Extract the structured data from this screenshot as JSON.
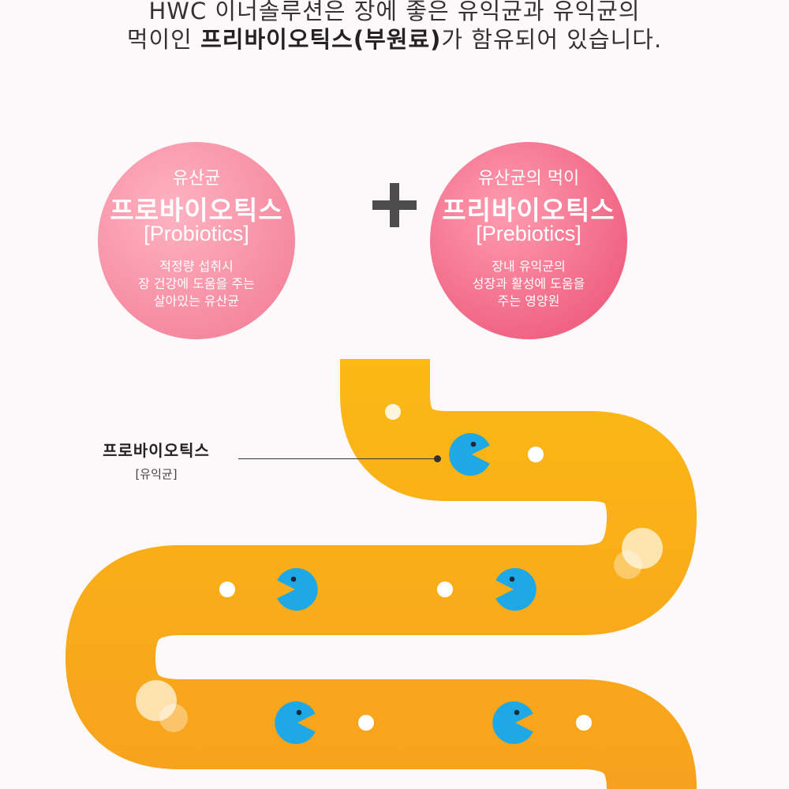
{
  "headline": {
    "line1": "HWC 이너솔루션은 장에 좋은 유익균과 유익균의",
    "line2_pre": "먹이인 ",
    "line2_bold": "프리바이오틱스(부원료)",
    "line2_post": "가 함유되어 있습니다."
  },
  "probiotics": {
    "subtitle": "유산균",
    "title": "프로바이오틱스",
    "english": "[Probiotics]",
    "desc": [
      "적정량 섭취시",
      "장 건강에 도움을 주는",
      "살아있는 유산균"
    ]
  },
  "prebiotics": {
    "subtitle": "유산균의 먹이",
    "title": "프리바이오틱스",
    "english": "[Prebiotics]",
    "desc": [
      "장내 유익균의",
      "성장과 활성에 도움을",
      "주는 영양원"
    ]
  },
  "callout": {
    "title": "프로바이오틱스",
    "subtitle": "[유익균]"
  },
  "colors": {
    "intestine": "#f8ab1a",
    "pacman": "#1ea8e6",
    "pink_light": "#f58aa0",
    "pink_dark": "#ea5576"
  },
  "icons": {
    "plus": "plus-icon",
    "pacman": "pacman-icon"
  }
}
